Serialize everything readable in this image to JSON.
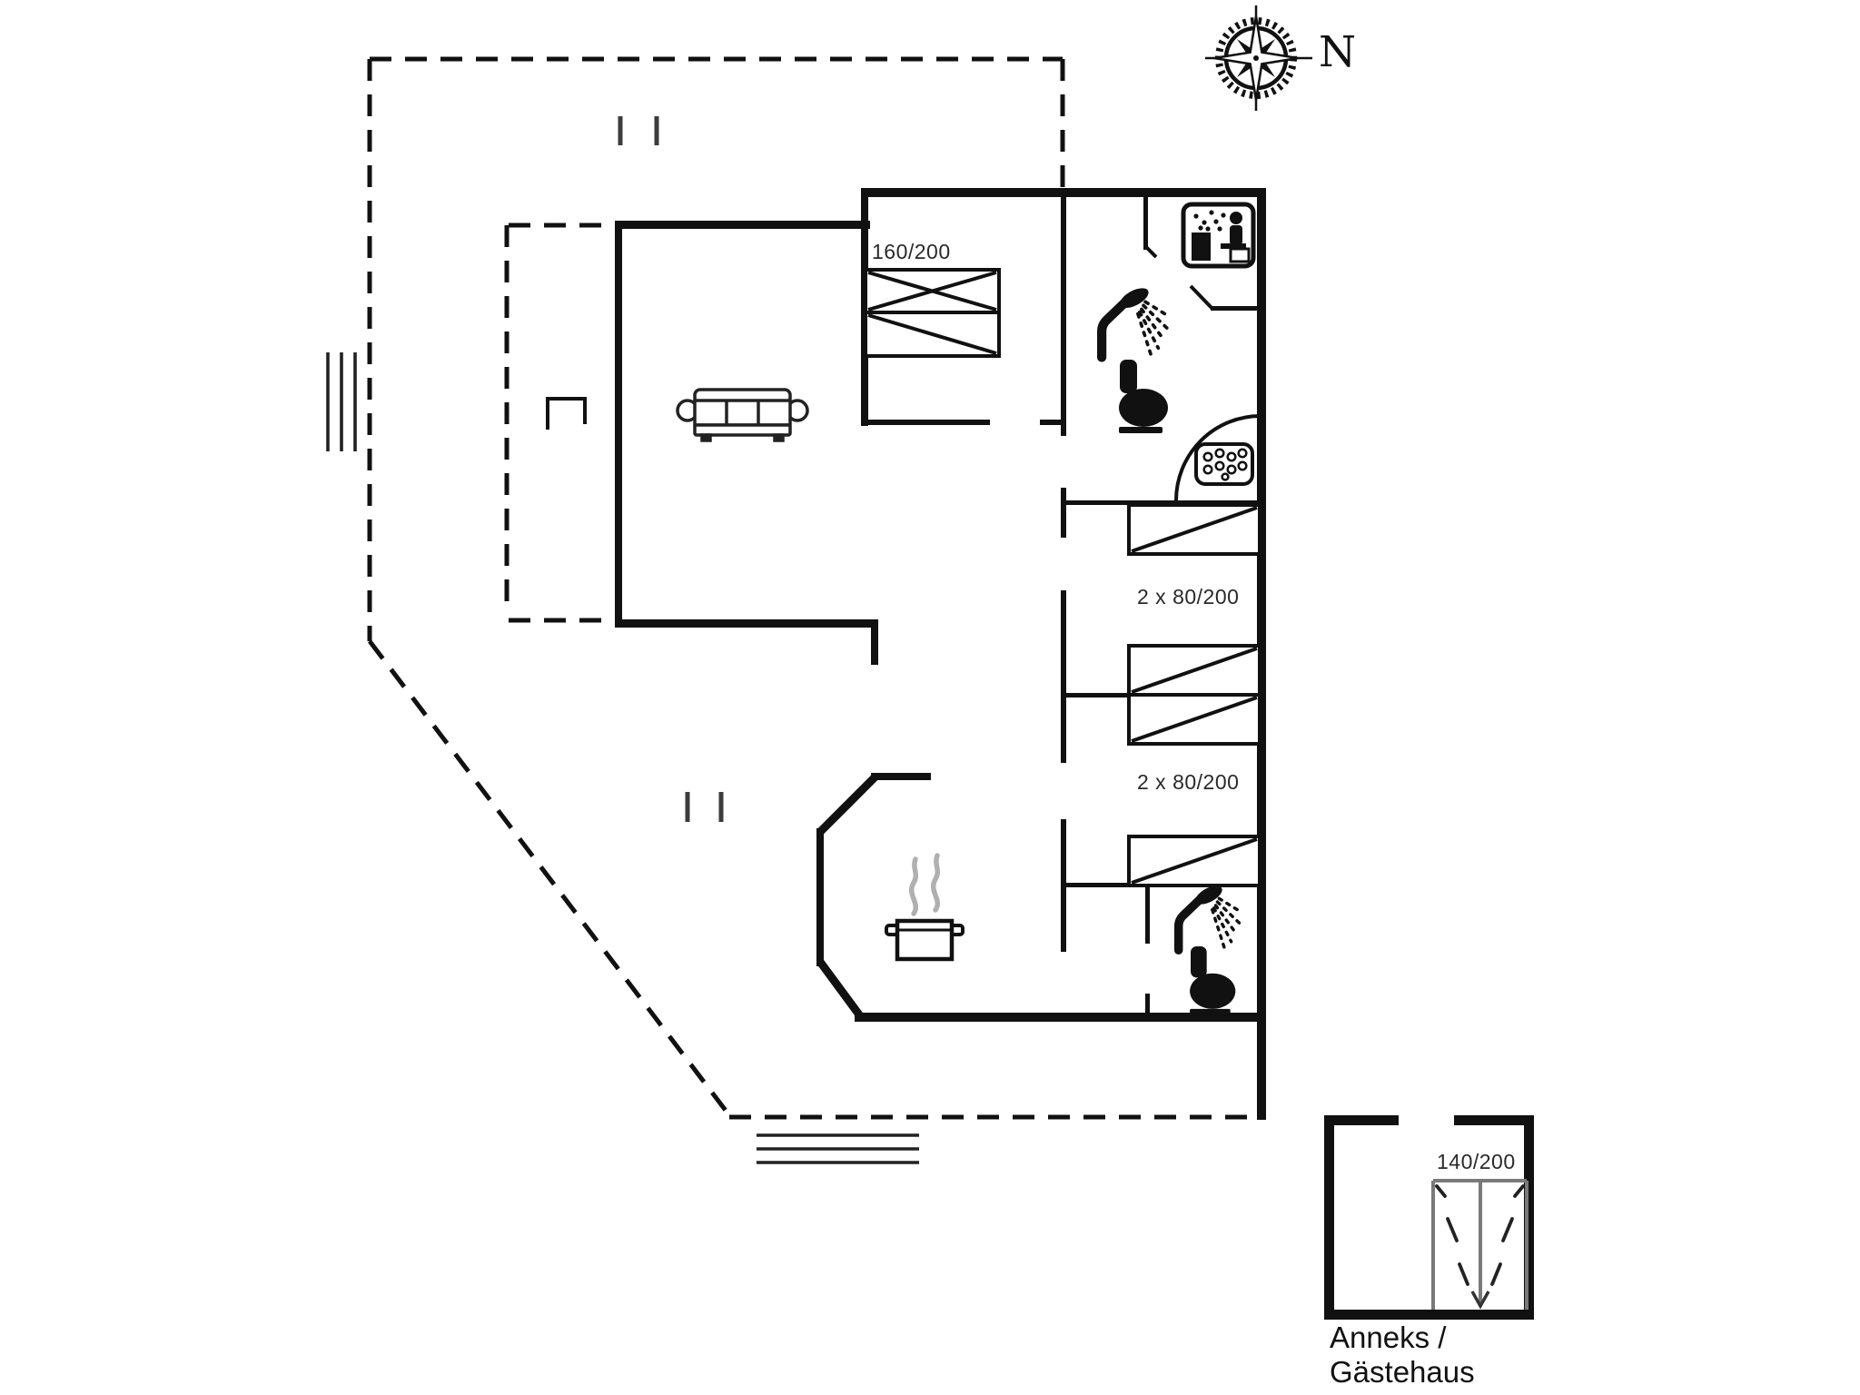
{
  "page": {
    "background_color": "#ffffff",
    "line_color": "#111111",
    "gray_line_color": "#7a7a7a",
    "steam_color": "#b0b0b0"
  },
  "compass": {
    "label": "N"
  },
  "floorplan": {
    "bedroom": {
      "bed_size_label": "160/200",
      "furniture": [
        "double-bed"
      ]
    },
    "bunk_room_1": {
      "bed_size_label": "2 x 80/200",
      "furniture": [
        "bunk-bed",
        "bunk-bed"
      ]
    },
    "bunk_room_2": {
      "bed_size_label": "2 x 80/200",
      "furniture": [
        "bunk-bed",
        "bunk-bed"
      ]
    },
    "bathroom_top": {
      "fixtures": [
        "shower",
        "toilet",
        "whirlpool",
        "door-arc"
      ]
    },
    "sauna": {
      "fixtures": [
        "sauna-bench",
        "sauna-stove"
      ]
    },
    "bathroom_bottom": {
      "fixtures": [
        "shower",
        "toilet"
      ]
    },
    "living_room": {
      "furniture": [
        "sofa"
      ]
    },
    "kitchen": {
      "fixtures": [
        "cooking-pot"
      ]
    },
    "outdoor": {
      "elements": [
        "terrace-dashed-outline",
        "entry-steps-left",
        "entry-steps-bottom",
        "gate-ticks-top",
        "gate-ticks-middle",
        "grill-symbol"
      ]
    }
  },
  "annex": {
    "bed_size_label": "140/200",
    "caption_line_1": "Anneks /",
    "caption_line_2": "Gästehaus"
  }
}
